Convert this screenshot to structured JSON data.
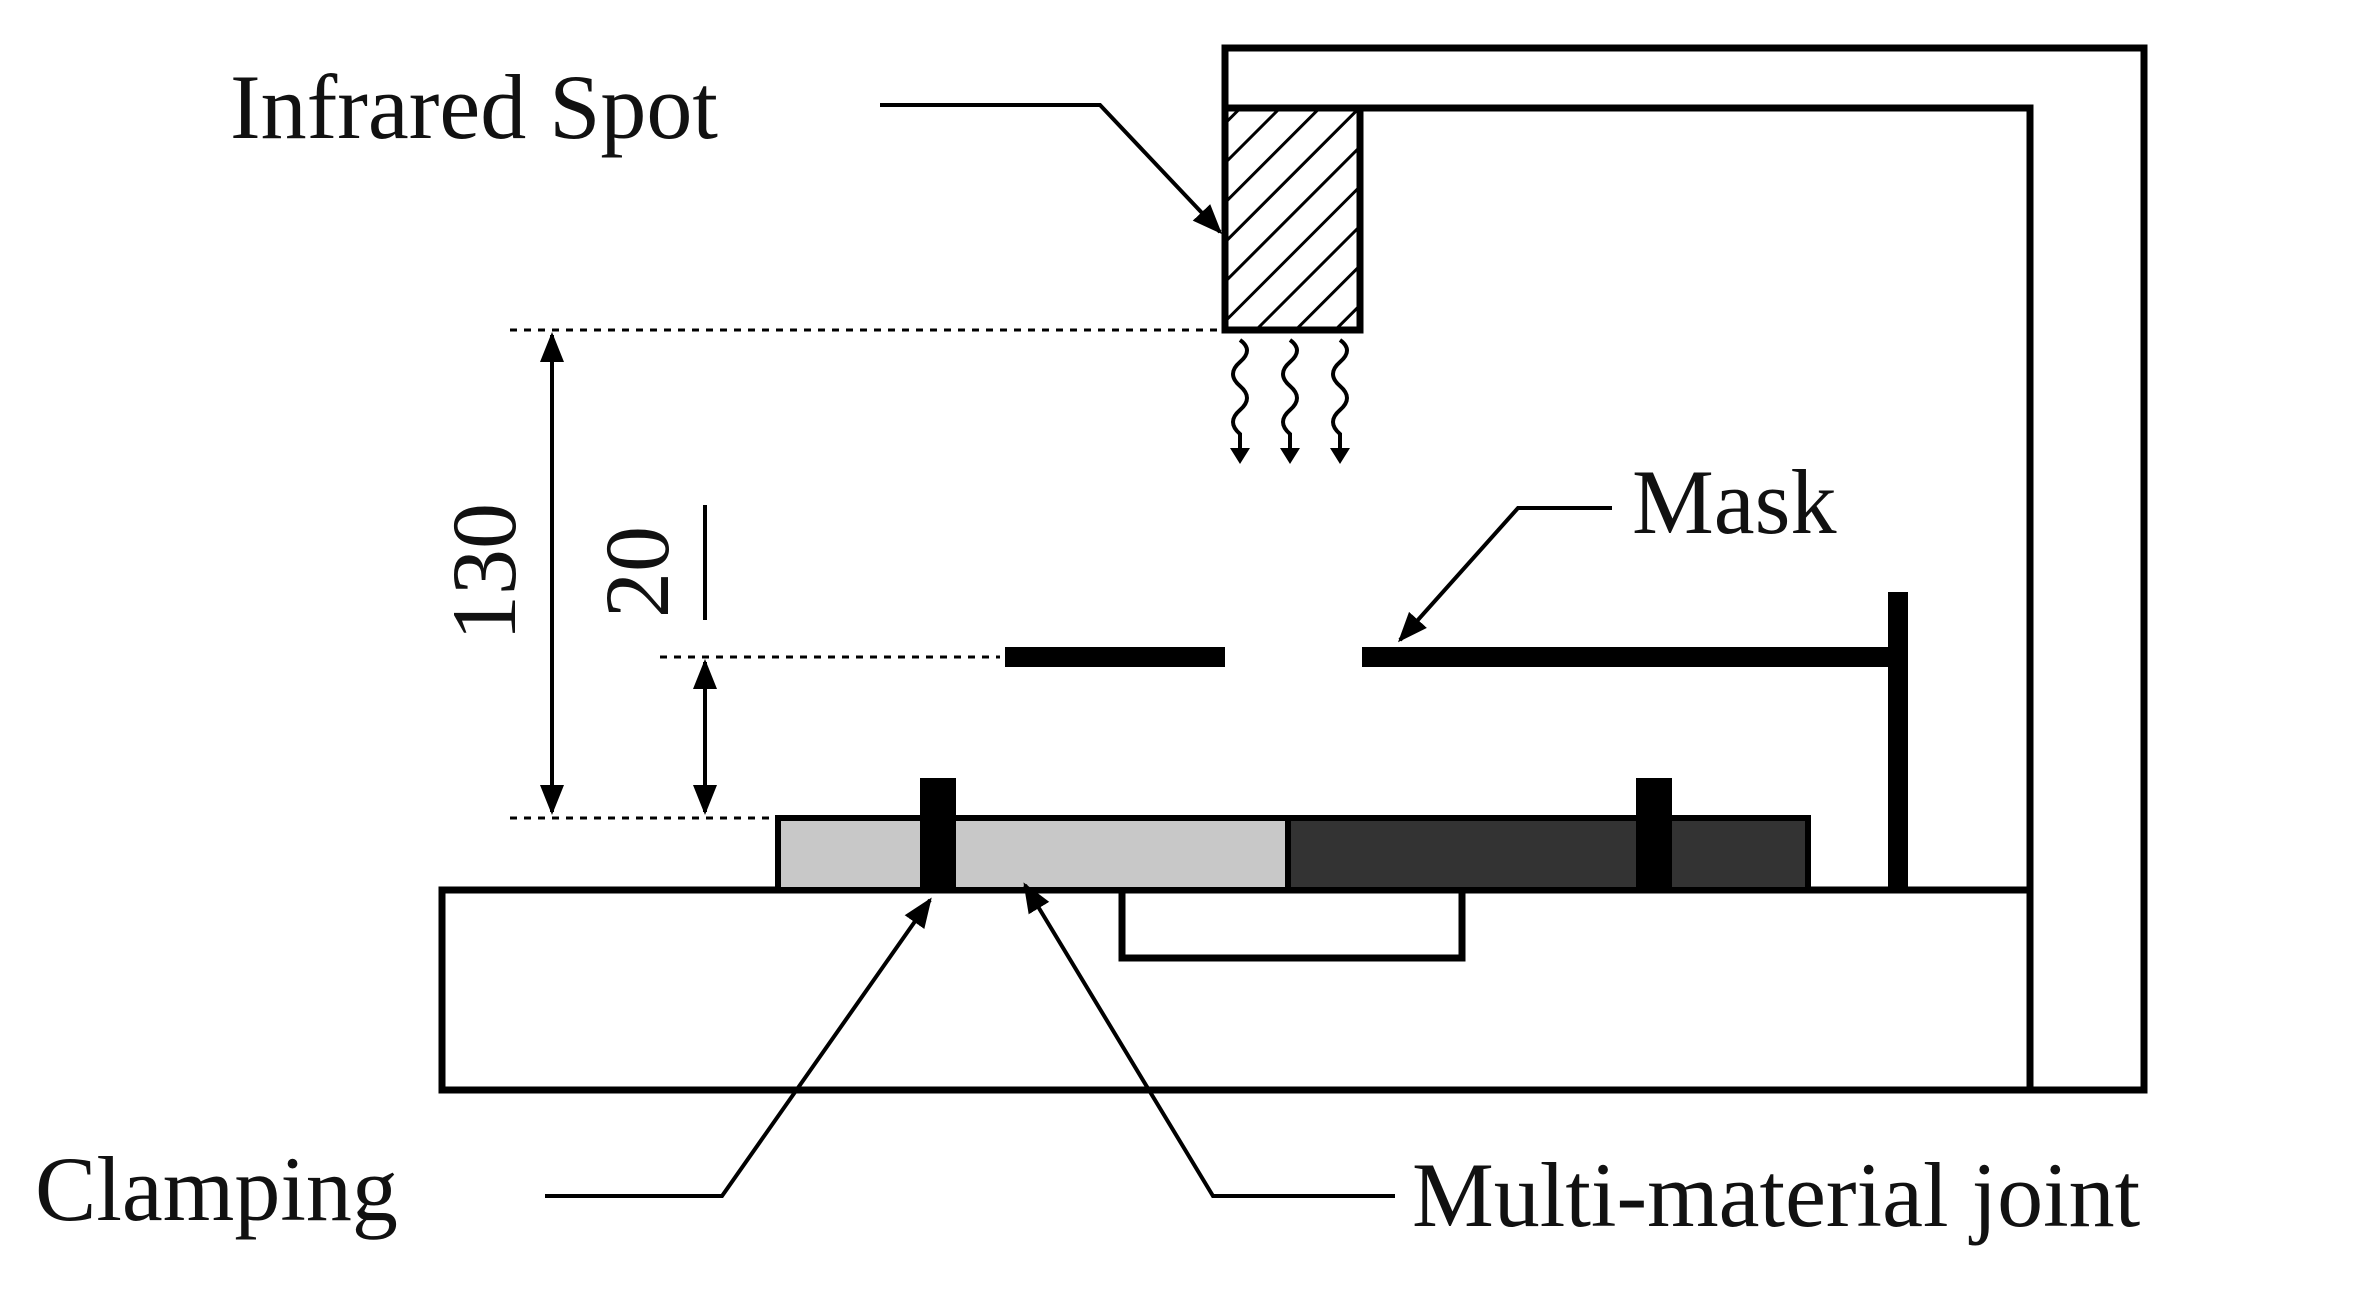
{
  "labels": {
    "infrared_spot": "Infrared Spot",
    "mask": "Mask",
    "clamping": "Clamping",
    "joint": "Multi-material joint"
  },
  "dimensions": {
    "spot_to_joint": "130",
    "mask_to_joint": "20"
  },
  "colors": {
    "line": "#000000",
    "material_a": "#c8c8c8",
    "material_b": "#333333",
    "background": "#ffffff"
  }
}
